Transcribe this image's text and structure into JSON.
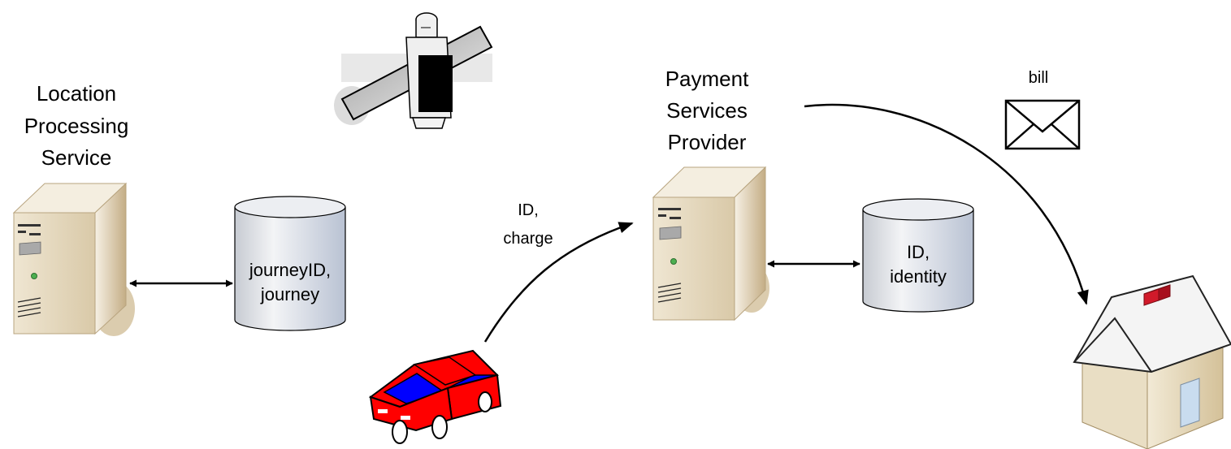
{
  "labels": {
    "location_service": [
      "Location",
      "Processing",
      "Service"
    ],
    "payment_provider": [
      "Payment",
      "Services",
      "Provider"
    ],
    "journey_db": [
      "journeyID,",
      "journey"
    ],
    "identity_db": [
      "ID,",
      "identity"
    ],
    "id_charge": [
      "ID,",
      "charge"
    ],
    "bill": "bill"
  },
  "icons": {
    "server_left": "server-tower-icon",
    "server_right": "server-tower-icon",
    "db_left": "database-cylinder-icon",
    "db_right": "database-cylinder-icon",
    "satellite": "satellite-icon",
    "car": "car-icon",
    "envelope": "envelope-icon",
    "house": "house-icon"
  },
  "colors": {
    "server_body": "#e7dcc4",
    "server_side": "#c8b592",
    "db_body": "#e3e5ea",
    "car_body": "#ff0000",
    "car_window": "#0000ff",
    "house_roof": "#f3f3f3",
    "chimney": "#d11a2a",
    "line": "#000000"
  }
}
